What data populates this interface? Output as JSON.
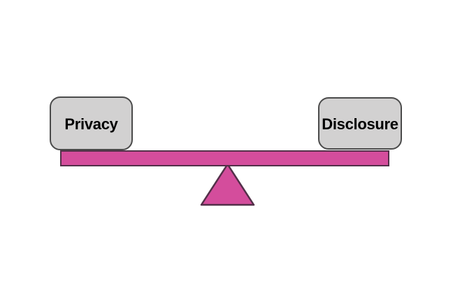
{
  "diagram": {
    "kind": "balance-seesaw",
    "left_pan": {
      "label": "Privacy"
    },
    "right_pan": {
      "label": "Disclosure"
    },
    "shapes": {
      "beam": "horizontal-bar",
      "fulcrum": "triangle"
    },
    "colors": {
      "background": "#ffffff",
      "pink_fill": "#d44d9c",
      "pink_border": "#533049",
      "box_fill": "#d2d1d1",
      "box_border": "#4b4b4b",
      "label_text": "#000000"
    }
  }
}
